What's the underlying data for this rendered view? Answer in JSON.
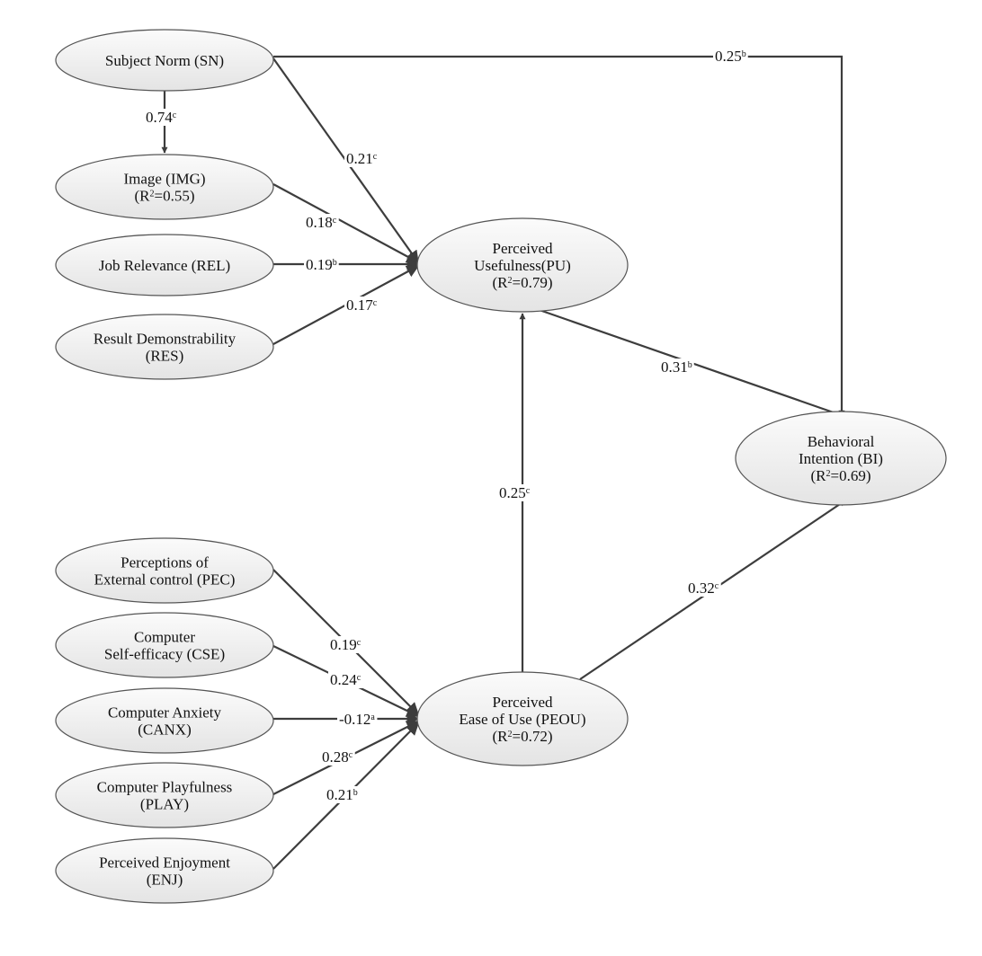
{
  "nodes": {
    "sn": {
      "lines": [
        [
          {
            "t": "Subject Norm (SN)"
          }
        ]
      ]
    },
    "img": {
      "lines": [
        [
          {
            "t": "Image (IMG)"
          }
        ],
        [
          {
            "t": "(R"
          },
          {
            "t": "2",
            "sup": true
          },
          {
            "t": "=0.55)"
          }
        ]
      ]
    },
    "rel": {
      "lines": [
        [
          {
            "t": "Job Relevance (REL)"
          }
        ]
      ]
    },
    "res": {
      "lines": [
        [
          {
            "t": "Result Demonstrability"
          }
        ],
        [
          {
            "t": "(RES)"
          }
        ]
      ]
    },
    "pu": {
      "lines": [
        [
          {
            "t": "Perceived"
          }
        ],
        [
          {
            "t": "Usefulness(PU)"
          }
        ],
        [
          {
            "t": "(R"
          },
          {
            "t": "2",
            "sup": true
          },
          {
            "t": "=0.79)"
          }
        ]
      ]
    },
    "bi": {
      "lines": [
        [
          {
            "t": "Behavioral"
          }
        ],
        [
          {
            "t": "Intention (BI)"
          }
        ],
        [
          {
            "t": "(R"
          },
          {
            "t": "2",
            "sup": true
          },
          {
            "t": "=0.69)"
          }
        ]
      ]
    },
    "pec": {
      "lines": [
        [
          {
            "t": "Perceptions of"
          }
        ],
        [
          {
            "t": "External control (PEC)"
          }
        ]
      ]
    },
    "cse": {
      "lines": [
        [
          {
            "t": "Computer"
          }
        ],
        [
          {
            "t": "Self-efficacy (CSE)"
          }
        ]
      ]
    },
    "canx": {
      "lines": [
        [
          {
            "t": "Computer Anxiety"
          }
        ],
        [
          {
            "t": "(CANX)"
          }
        ]
      ]
    },
    "play": {
      "lines": [
        [
          {
            "t": "Computer Playfulness"
          }
        ],
        [
          {
            "t": "(PLAY)"
          }
        ]
      ]
    },
    "enj": {
      "lines": [
        [
          {
            "t": "Perceived Enjoyment"
          }
        ],
        [
          {
            "t": "(ENJ)"
          }
        ]
      ]
    },
    "peou": {
      "lines": [
        [
          {
            "t": "Perceived"
          }
        ],
        [
          {
            "t": "Ease of Use (PEOU)"
          }
        ],
        [
          {
            "t": "(R"
          },
          {
            "t": "2",
            "sup": true
          },
          {
            "t": "=0.72)"
          }
        ]
      ]
    }
  },
  "edges": [
    {
      "id": "sn-img",
      "value": "0.74",
      "sig": "c"
    },
    {
      "id": "sn-pu",
      "value": "0.21",
      "sig": "c"
    },
    {
      "id": "sn-bi",
      "value": "0.25",
      "sig": "b"
    },
    {
      "id": "img-pu",
      "value": "0.18",
      "sig": "c"
    },
    {
      "id": "rel-pu",
      "value": "0.19",
      "sig": "b"
    },
    {
      "id": "res-pu",
      "value": "0.17",
      "sig": "c"
    },
    {
      "id": "pu-bi",
      "value": "0.31",
      "sig": "b"
    },
    {
      "id": "peou-pu",
      "value": "0.25",
      "sig": "c"
    },
    {
      "id": "peou-bi",
      "value": "0.32",
      "sig": "c"
    },
    {
      "id": "pec-peou",
      "value": "0.19",
      "sig": "c"
    },
    {
      "id": "cse-peou",
      "value": "0.24",
      "sig": "c"
    },
    {
      "id": "canx-peou",
      "value": "-0.12",
      "sig": "a"
    },
    {
      "id": "play-peou",
      "value": "0.28",
      "sig": "c"
    },
    {
      "id": "enj-peou",
      "value": "0.21",
      "sig": "b"
    }
  ]
}
